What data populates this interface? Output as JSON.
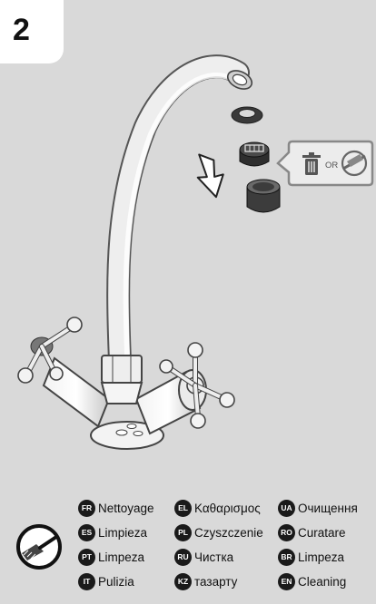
{
  "step": {
    "number": "2"
  },
  "callout": {
    "or_label": "OR"
  },
  "languages": [
    {
      "code": "FR",
      "label": "Nettoyage"
    },
    {
      "code": "ES",
      "label": "Limpieza"
    },
    {
      "code": "PT",
      "label": "Limpeza"
    },
    {
      "code": "IT",
      "label": "Pulizia"
    },
    {
      "code": "EL",
      "label": "Καθαρισμος"
    },
    {
      "code": "PL",
      "label": "Czyszczenie"
    },
    {
      "code": "RU",
      "label": "Чистка"
    },
    {
      "code": "KZ",
      "label": "тазарту"
    },
    {
      "code": "UA",
      "label": "Очищення"
    },
    {
      "code": "RO",
      "label": "Curatare"
    },
    {
      "code": "BR",
      "label": "Limpeza"
    },
    {
      "code": "EN",
      "label": "Cleaning"
    }
  ],
  "icons": [
    "trash-bin-icon",
    "brush-icon",
    "down-arrow-icon",
    "no-brush-icon"
  ],
  "colors": {
    "panel": "#d9d9d9",
    "badge": "#1a1a1a",
    "metal": "#e6e6e6",
    "outline": "#555555"
  }
}
